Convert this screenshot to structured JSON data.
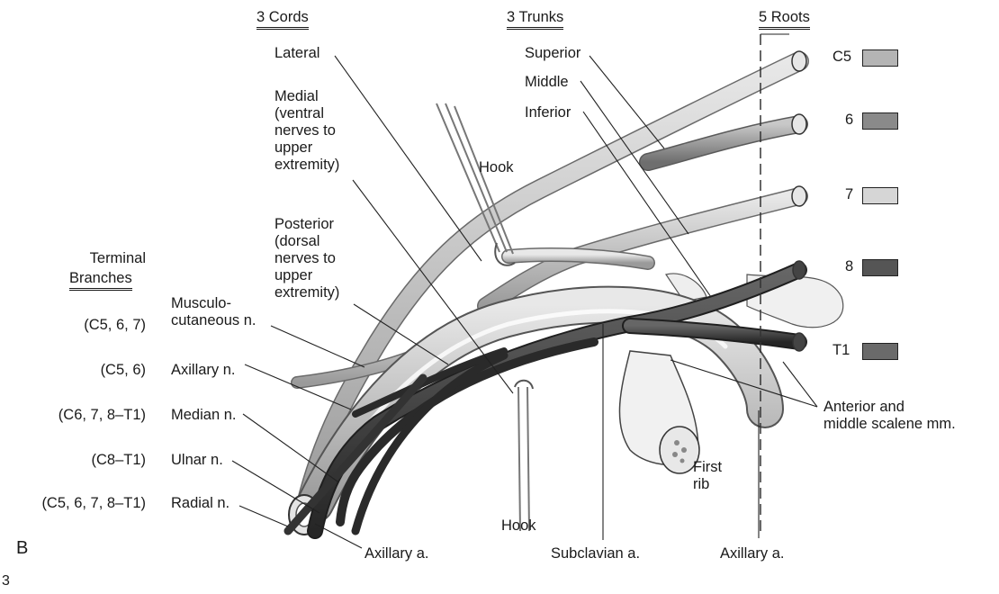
{
  "headers": {
    "cords": "3 Cords",
    "trunks": "3 Trunks",
    "roots": "5 Roots",
    "terminal_branches": [
      "Terminal",
      "Branches"
    ]
  },
  "cords": {
    "lateral": "Lateral",
    "medial": "Medial\n(ventral\nnerves to\nupper\nextremity)",
    "posterior": "Posterior\n(dorsal\nnerves to\nupper\nextremity)"
  },
  "trunks": {
    "superior": "Superior",
    "middle": "Middle",
    "inferior": "Inferior"
  },
  "roots": [
    {
      "label": "C5",
      "color": "#b4b4b4"
    },
    {
      "label": "6",
      "color": "#8a8a8a"
    },
    {
      "label": "7",
      "color": "#d6d6d6"
    },
    {
      "label": "8",
      "color": "#555555"
    },
    {
      "label": "T1",
      "color": "#6a6a6a"
    }
  ],
  "branches": [
    {
      "roots": "(C5, 6, 7)",
      "nerve": "Musculo-\ncutaneous n."
    },
    {
      "roots": "(C5, 6)",
      "nerve": "Axillary n."
    },
    {
      "roots": "(C6, 7, 8–T1)",
      "nerve": "Median n."
    },
    {
      "roots": "(C8–T1)",
      "nerve": "Ulnar n."
    },
    {
      "roots": "(C5, 6, 7, 8–T1)",
      "nerve": "Radial n."
    }
  ],
  "other_labels": {
    "hook_top": "Hook",
    "hook_bottom": "Hook",
    "scalene": "Anterior and\nmiddle scalene mm.",
    "first_rib": "First\nrib",
    "axillary_a_bottom": "Axillary a.",
    "subclavian_a": "Subclavian a.",
    "axillary_a_right": "Axillary a.",
    "panel_letter": "B",
    "page_mark": "3"
  }
}
